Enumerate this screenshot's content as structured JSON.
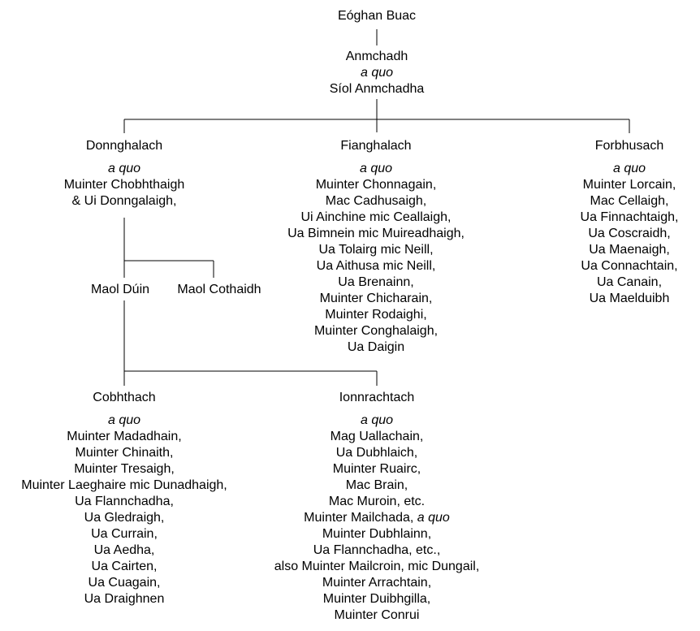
{
  "root": {
    "name": "Eóghan Buac"
  },
  "anmchadh": {
    "name": "Anmchadh",
    "aquo": "a quo",
    "descendant": "Síol Anmchadha"
  },
  "donnghalach": {
    "name": "Donnghalach",
    "aquo": "a quo",
    "lines": [
      "Muinter Chobhthaigh",
      "& Ui Donngalaigh,"
    ]
  },
  "fianghalach": {
    "name": "Fianghalach",
    "aquo": "a quo",
    "lines": [
      "Muinter Chonnagain,",
      "Mac Cadhusaigh,",
      "Ui Ainchine mic Ceallaigh,",
      "Ua Bimnein mic Muireadhaigh,",
      "Ua Tolairg mic Neill,",
      "Ua Aithusa mic Neill,",
      "Ua Brenainn,",
      "Muinter Chicharain,",
      "Muinter Rodaighi,",
      "Muinter Conghalaigh,",
      "Ua Daigin"
    ]
  },
  "forbhusach": {
    "name": "Forbhusach",
    "aquo": "a quo",
    "lines": [
      "Muinter Lorcain,",
      "Mac Cellaigh,",
      "Ua Finnachtaigh,",
      "Ua Coscraidh,",
      "Ua Maenaigh,",
      "Ua Connachtain,",
      "Ua Canain,",
      "Ua Maelduibh"
    ]
  },
  "maol_duin": {
    "name": "Maol Dúin"
  },
  "maol_cothaidh": {
    "name": "Maol Cothaidh"
  },
  "cobhthach": {
    "name": "Cobhthach",
    "aquo": "a quo",
    "lines": [
      "Muinter Madadhain,",
      "Muinter Chinaith,",
      "Muinter Tresaigh,",
      "Muinter Laeghaire mic Dunadhaigh,",
      "Ua Flannchadha,",
      "Ua Gledraigh,",
      "Ua Currain,",
      "Ua Aedha,",
      "Ua Cairten,",
      "Ua Cuagain,",
      "Ua Draighnen"
    ]
  },
  "ionnrachtach": {
    "name": "Ionnrachtach",
    "aquo": "a quo",
    "lines_before": [
      "Mag Uallachain,",
      "Ua Dubhlaich,",
      "Muinter Ruairc,",
      "Mac Brain,",
      "Mac Muroin, etc."
    ],
    "mailchada_prefix": "Muinter Mailchada,",
    "mailchada_aquo": "a quo",
    "lines_after": [
      "Muinter Dubhlainn,",
      "Ua Flannchadha, etc.,",
      "also Muinter Mailcroin, mic Dungail,",
      "Muinter Arrachtain,",
      "Muinter Duibhgilla,",
      "Muinter Conrui"
    ]
  }
}
